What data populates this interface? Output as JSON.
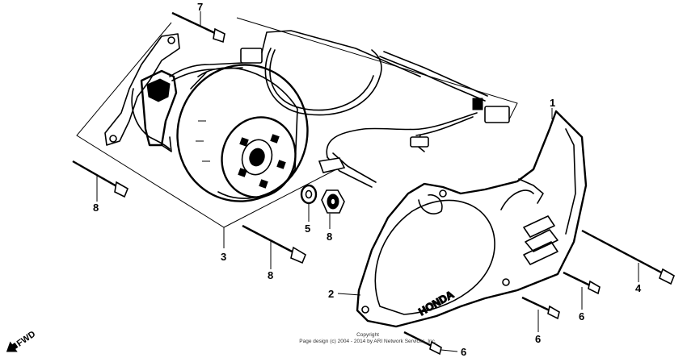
{
  "diagram": {
    "callouts": [
      {
        "id": "c1",
        "text": "1"
      },
      {
        "id": "c2",
        "text": "2"
      },
      {
        "id": "c3",
        "text": "3"
      },
      {
        "id": "c4",
        "text": "4"
      },
      {
        "id": "c5",
        "text": "5"
      },
      {
        "id": "c6a",
        "text": "6"
      },
      {
        "id": "c6b",
        "text": "6"
      },
      {
        "id": "c6c",
        "text": "6"
      },
      {
        "id": "c7",
        "text": "7"
      },
      {
        "id": "c8a",
        "text": "8"
      },
      {
        "id": "c8b",
        "text": "8"
      },
      {
        "id": "c8c",
        "text": "8"
      }
    ],
    "cover_brand": "HONDA",
    "fwd_label": "FWD",
    "copyright_line1": "Copyright",
    "copyright_line2": "Page design (c) 2004 - 2014 by ARI Network Services, Inc."
  }
}
